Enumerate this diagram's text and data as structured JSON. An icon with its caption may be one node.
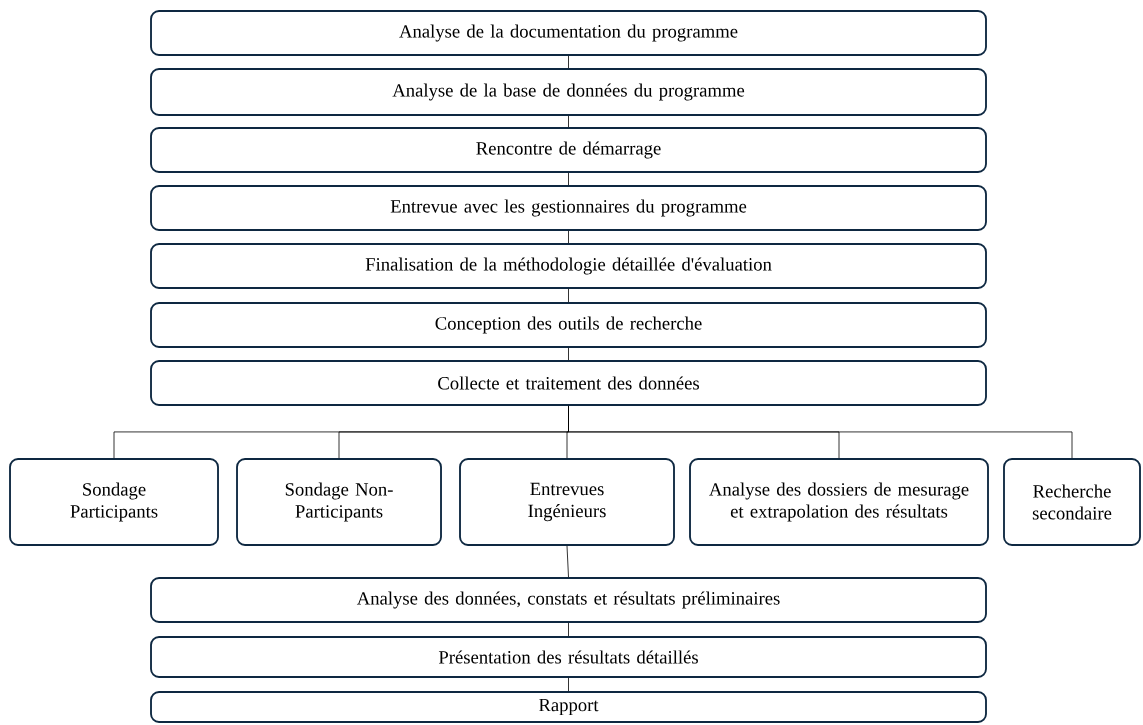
{
  "diagram": {
    "nodes": [
      {
        "text": [
          "Analyse de la documentation du programme"
        ]
      },
      {
        "text": [
          "Analyse de la base de données du programme"
        ]
      },
      {
        "text": [
          "Rencontre de démarrage"
        ]
      },
      {
        "text": [
          "Entrevue avec les gestionnaires du programme"
        ]
      },
      {
        "text": [
          "Finalisation de la méthodologie détaillée d'évaluation"
        ]
      },
      {
        "text": [
          "Conception des outils de recherche"
        ]
      },
      {
        "text": [
          "Collecte et traitement des données"
        ]
      },
      {
        "text": [
          "Sondage Participants"
        ]
      },
      {
        "text": [
          "Sondage Non-Participants"
        ]
      },
      {
        "text": [
          "Entrevues Ingénieurs"
        ]
      },
      {
        "text": [
          "Analyse des dossiers de mesurage et extrapolation des résultats"
        ]
      },
      {
        "text": [
          "Recherche secondaire"
        ]
      },
      {
        "text": [
          "Analyse des données, constats et résultats préliminaires"
        ]
      },
      {
        "text": [
          "Présentation des résultats détaillés"
        ]
      },
      {
        "text": [
          "Rapport"
        ]
      }
    ],
    "edges": [
      {
        "from": 0,
        "to": 1,
        "arrow": "none"
      },
      {
        "from": 1,
        "to": 2,
        "arrow": "none"
      },
      {
        "from": 2,
        "to": 3,
        "arrow": "none"
      },
      {
        "from": 3,
        "to": 4,
        "arrow": "none"
      },
      {
        "from": 4,
        "to": 5,
        "arrow": "none"
      },
      {
        "from": 5,
        "to": 6,
        "arrow": "none"
      },
      {
        "from": 6,
        "to": 7,
        "arrow": "none"
      },
      {
        "from": 6,
        "to": 8,
        "arrow": "none"
      },
      {
        "from": 6,
        "to": 9,
        "arrow": "none"
      },
      {
        "from": 6,
        "to": 10,
        "arrow": "none"
      },
      {
        "from": 6,
        "to": 11,
        "arrow": "none"
      },
      {
        "from": 9,
        "to": 12,
        "arrow": "none"
      },
      {
        "from": 12,
        "to": 13,
        "arrow": "none"
      },
      {
        "from": 13,
        "to": 14,
        "arrow": "none"
      }
    ]
  }
}
